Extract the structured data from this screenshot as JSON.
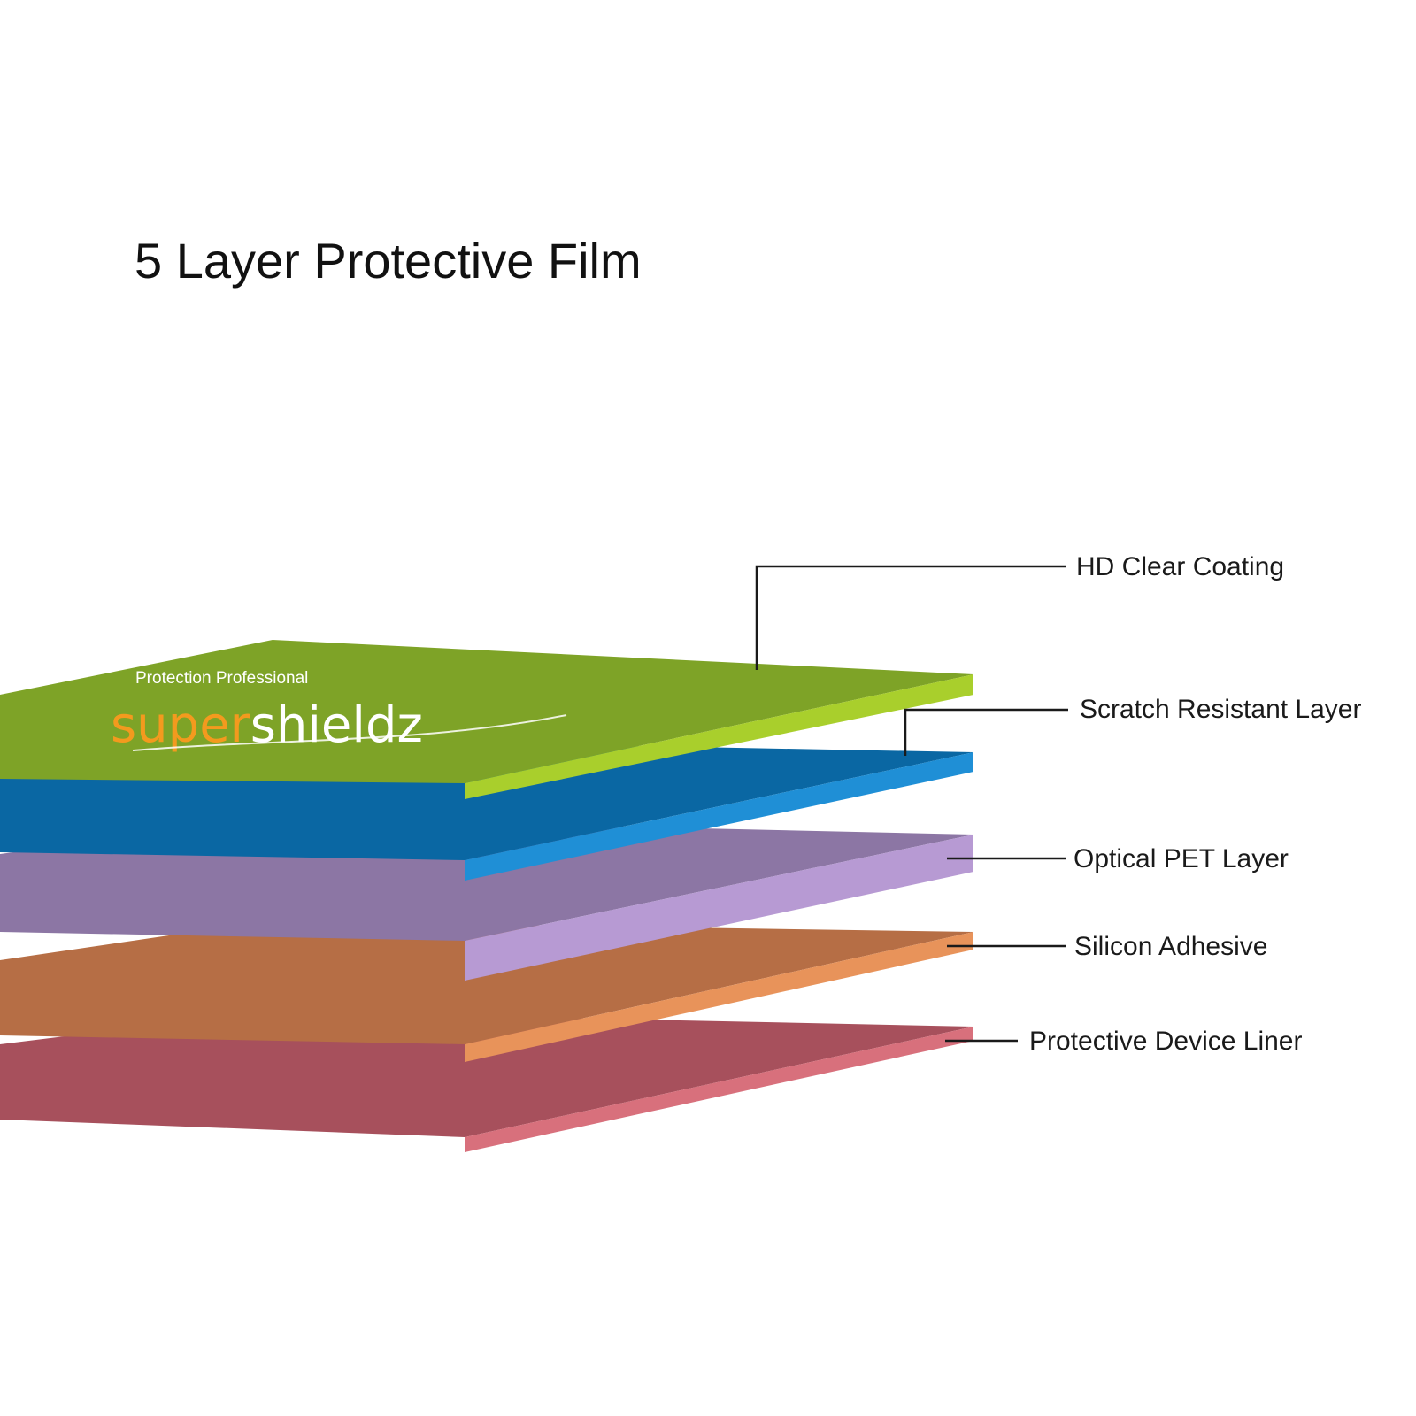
{
  "title": "5 Layer Protective Film",
  "brand": {
    "tagline": "Protection Professional",
    "name_part_1": "super",
    "name_part_2": "shieldz",
    "name_part_1_color": "#f39a1e",
    "name_part_2_color": "#ffffff"
  },
  "layers": [
    {
      "label": "HD Clear Coating",
      "top_color": "#7ea327",
      "edge_color": "#a9cf2c"
    },
    {
      "label": "Scratch Resistant Layer",
      "top_color": "#0a67a3",
      "edge_color": "#1f8fd6"
    },
    {
      "label": "Optical PET Layer",
      "top_color": "#8c76a4",
      "edge_color": "#b79ad3"
    },
    {
      "label": "Silicon Adhesive",
      "top_color": "#b66e45",
      "edge_color": "#e8935a"
    },
    {
      "label": "Protective Device Liner",
      "top_color": "#a7505c",
      "edge_color": "#d8707c"
    }
  ]
}
